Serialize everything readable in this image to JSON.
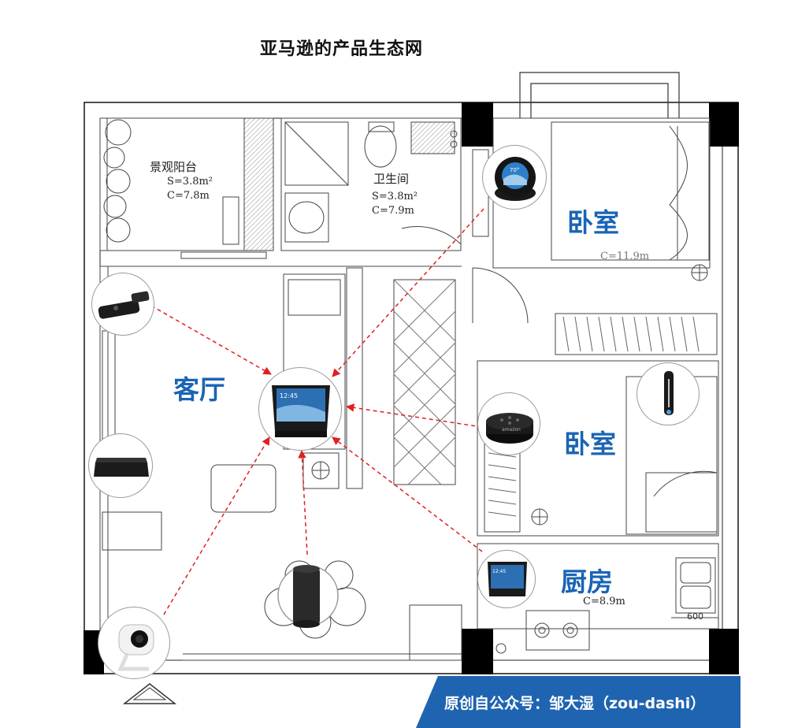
{
  "title": "亚马逊的产品生态网",
  "rooms": {
    "living_room": "客厅",
    "bedroom_top": "卧室",
    "bedroom_middle": "卧室",
    "kitchen": "厨房"
  },
  "plan_labels": {
    "balcony": {
      "name": "景观阳台",
      "area": "S=3.8m²",
      "perimeter": "C=7.8m"
    },
    "bathroom": {
      "name": "卫生间",
      "area": "S=3.8m²",
      "perimeter": "C=7.9m"
    },
    "kitchen_partial": "C=8.9m",
    "bedroom_partial": "C=11.9m",
    "dimension": "600"
  },
  "devices": [
    {
      "name": "echo-spot",
      "room": "卧室"
    },
    {
      "name": "fire-tv-stick",
      "room": "客厅"
    },
    {
      "name": "echo-show",
      "room": "客厅",
      "screen_time": "12:45"
    },
    {
      "name": "echo-dot",
      "room": "卧室",
      "brand_text": "amazon"
    },
    {
      "name": "fire-tv-box",
      "room": "客厅"
    },
    {
      "name": "echo-show-kitchen",
      "room": "厨房",
      "screen_time": "12:45"
    },
    {
      "name": "echo-plus",
      "room": "客厅"
    },
    {
      "name": "cloud-cam",
      "room": "客厅"
    }
  ],
  "spot_screen": {
    "temp": "70°"
  },
  "footer": "原创自公众号：邹大湿（zou-dashi）",
  "colors": {
    "accent_blue": "#1a64b4",
    "link_red": "#e02020",
    "banner": "#1f64b0"
  }
}
